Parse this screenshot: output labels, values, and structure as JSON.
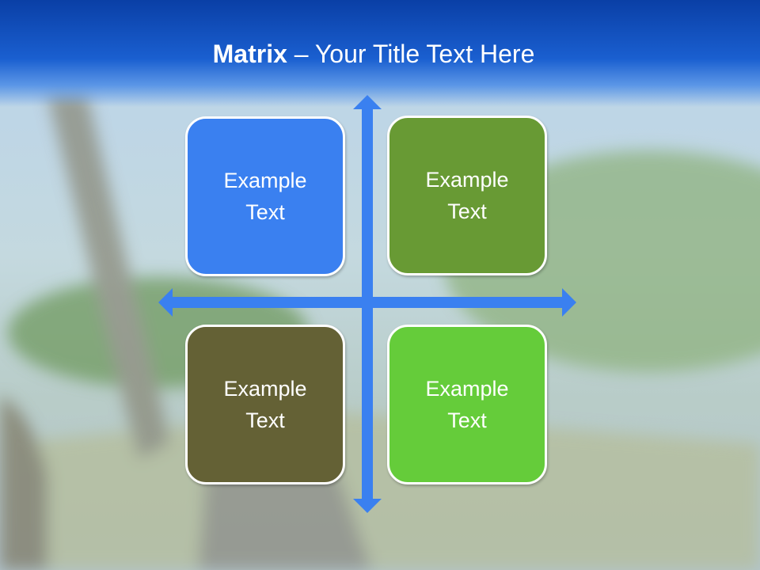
{
  "slide": {
    "title_bold": "Matrix",
    "title_rest": " – Your Title Text Here"
  },
  "matrix": {
    "quadrants": [
      {
        "position": "top-left",
        "text": "Example\nText",
        "color": "#3a80f0"
      },
      {
        "position": "top-right",
        "text": "Example\nText",
        "color": "#689a34"
      },
      {
        "position": "bottom-left",
        "text": "Example\nText",
        "color": "#646135"
      },
      {
        "position": "bottom-right",
        "text": "Example\nText",
        "color": "#65cc3a"
      }
    ],
    "arrow_color": "#3a80f0"
  }
}
